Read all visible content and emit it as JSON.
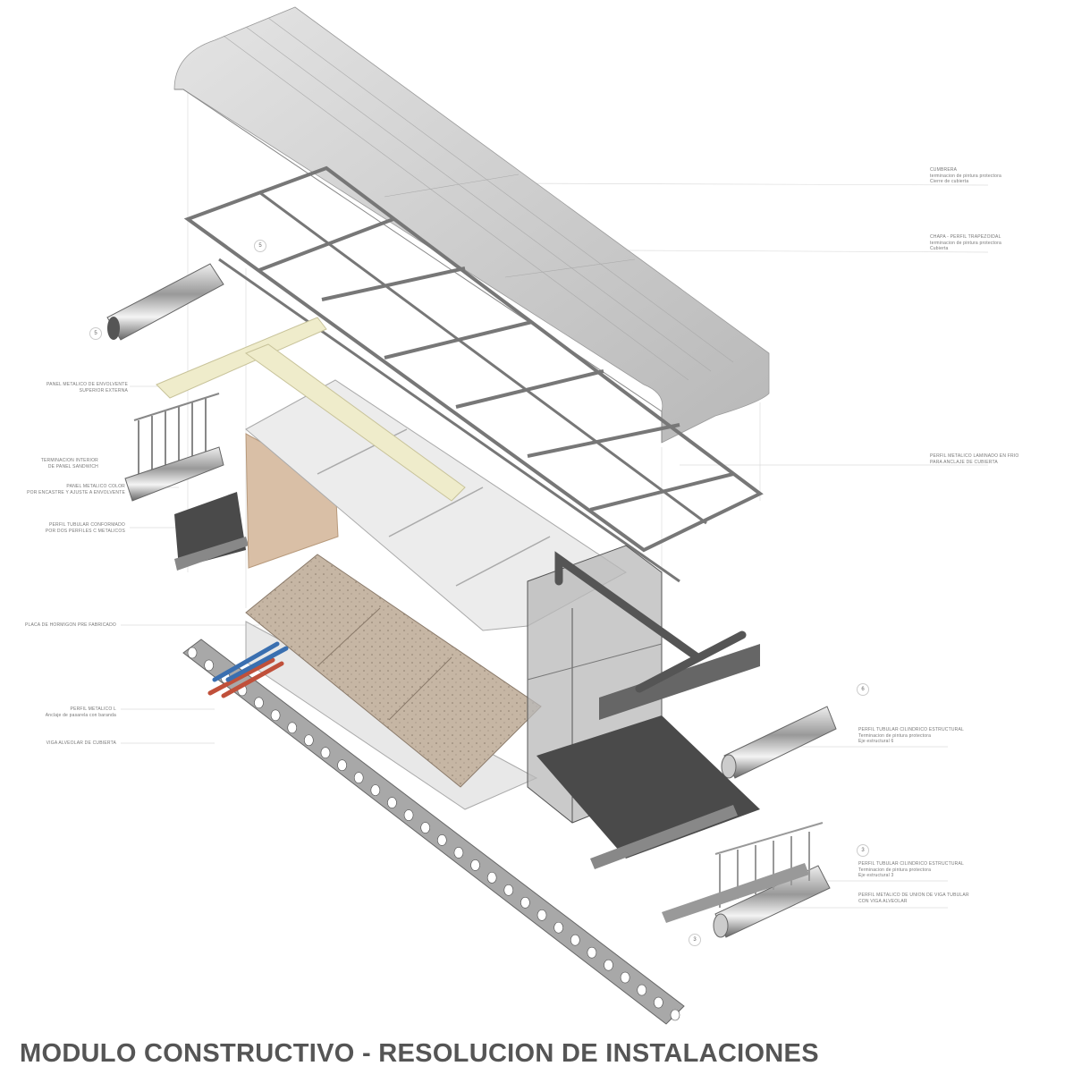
{
  "title": "MODULO CONSTRUCTIVO - RESOLUCION DE INSTALACIONES",
  "labels_right": [
    {
      "lines": [
        "CUMBRERA",
        "terminacion de pintura protectora",
        "Cierre de cubierta"
      ]
    },
    {
      "lines": [
        "CHAPA - PERFIL TRAPEZOIDAL",
        "terminacion de pintura protectora",
        "Cubierta"
      ]
    },
    {
      "lines": [
        "PERFIL METALICO LAMINADO EN FRIO",
        "PARA ANCLAJE DE CUBIERTA"
      ]
    },
    {
      "lines": [
        "PERFIL TUBULAR CILINDRICO ESTRUCTURAL",
        "Terminacion de pintura protectora",
        "Eje estructural 6"
      ]
    },
    {
      "lines": [
        "PERFIL TUBULAR CILINDRICO ESTRUCTURAL",
        "Terminacion de pintura protectora",
        "Eje estructural 3"
      ]
    },
    {
      "lines": [
        "PERFIL METALICO DE UNION DE VIGA TUBULAR",
        "CON VIGA ALVEOLAR"
      ]
    }
  ],
  "labels_left": [
    {
      "lines": [
        "PANEL METALICO DE ENVOLVENTE",
        "SUPERIOR EXTERNA"
      ]
    },
    {
      "lines": [
        "TERMINACION INTERIOR",
        "DE PANEL SANDWICH"
      ]
    },
    {
      "lines": [
        "PANEL METALICO COLOR",
        "POR ENCASTRE Y AJUSTE A ENVOLVENTE"
      ]
    },
    {
      "lines": [
        "PERFIL TUBULAR CONFORMADO",
        "POR DOS PERFILES C METALICOS"
      ]
    },
    {
      "lines": [
        "PLACA DE HORMIGON PRE FABRICADO"
      ]
    },
    {
      "lines": [
        "PERFIL METALICO L",
        "Anclaje de pasarela con baranda"
      ]
    },
    {
      "lines": [
        "VIGA ALVEOLAR DE CUBIERTA"
      ]
    }
  ],
  "axis_numbers": [
    "5",
    "5",
    "6",
    "3",
    "3"
  ],
  "colors": {
    "roof": "#c9c9c9",
    "concrete": "#c4b4a2",
    "wood": "#d9bfa6",
    "yellow_panel": "#efeccb",
    "dark_plate": "#4a4a4a",
    "pipe_red": "#c0503a",
    "pipe_blue": "#3a6fb0"
  }
}
